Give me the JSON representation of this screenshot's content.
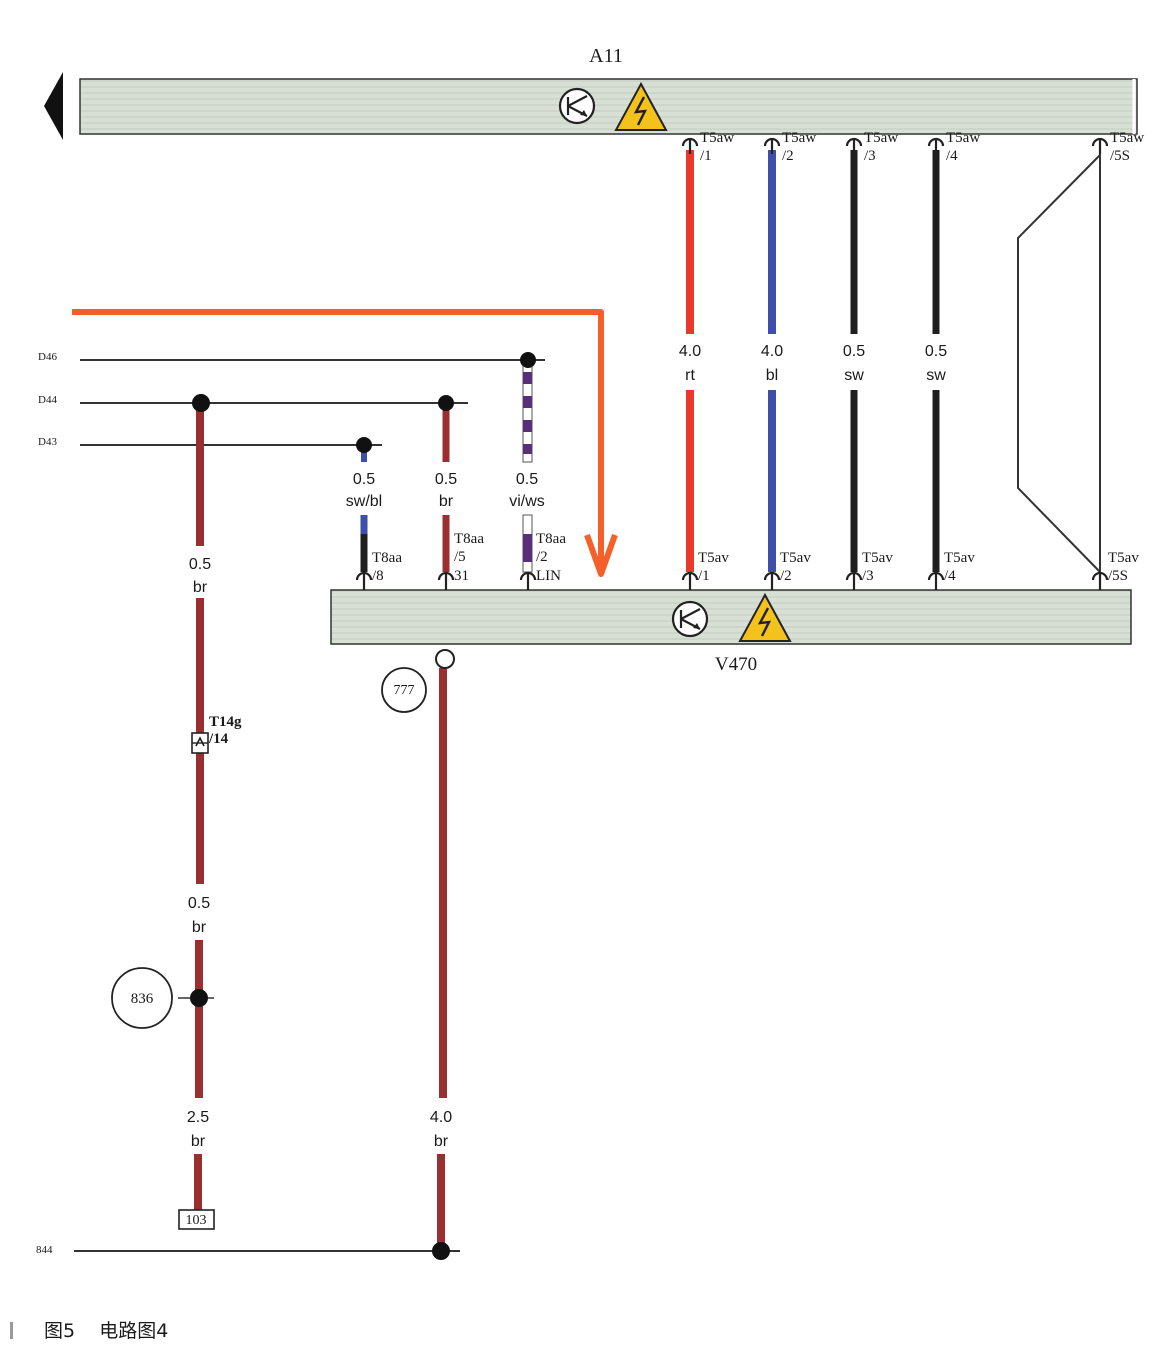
{
  "caption": {
    "figure": "图5",
    "title": "电路图4"
  },
  "components": {
    "top": {
      "label": "A11",
      "symbols": [
        "compressor-symbol-icon",
        "high-voltage-warning-icon"
      ]
    },
    "bottom": {
      "label": "V470",
      "symbols": [
        "compressor-symbol-icon",
        "high-voltage-warning-icon"
      ]
    }
  },
  "reference_lines": {
    "d46": "D46",
    "d44": "D44",
    "d43": "D43",
    "r844": "844"
  },
  "upper_wires": [
    {
      "size": "4.0",
      "color_code": "rt",
      "top_conn": "T5aw",
      "top_pin": "/1",
      "bot_conn": "T5av",
      "bot_pin": "/1",
      "color": "#e8392c"
    },
    {
      "size": "4.0",
      "color_code": "bl",
      "top_conn": "T5aw",
      "top_pin": "/2",
      "bot_conn": "T5av",
      "bot_pin": "/2",
      "color": "#3d4fa8"
    },
    {
      "size": "0.5",
      "color_code": "sw",
      "top_conn": "T5aw",
      "top_pin": "/3",
      "bot_conn": "T5av",
      "bot_pin": "/3",
      "color": "#1f1f1f"
    },
    {
      "size": "0.5",
      "color_code": "sw",
      "top_conn": "T5aw",
      "top_pin": "/4",
      "bot_conn": "T5av",
      "bot_pin": "/4",
      "color": "#1f1f1f"
    }
  ],
  "shield_wire": {
    "top_conn": "T5aw",
    "top_pin": "/5S",
    "bot_conn": "T5av",
    "bot_pin": "/5S"
  },
  "lower_wires": [
    {
      "size": "0.5",
      "color_code": "sw/bl",
      "conn": "T8aa",
      "pin": "/8",
      "colors": [
        "#1f1f1f",
        "#3d4fa8"
      ]
    },
    {
      "size": "0.5",
      "color_code": "br",
      "conn": "T8aa",
      "pin": "/5",
      "suffix": "31",
      "colors": [
        "#9b2f2f"
      ]
    },
    {
      "size": "0.5",
      "color_code": "vi/ws",
      "conn": "T8aa",
      "pin": "/2",
      "suffix": "LIN",
      "colors": [
        "#5a2f7a",
        "#ffffff"
      ]
    }
  ],
  "left_wire": {
    "seg1": {
      "size": "0.5",
      "color_code": "br"
    },
    "connector": {
      "name": "T14g",
      "pin": "/14"
    },
    "seg2": {
      "size": "0.5",
      "color_code": "br"
    },
    "splice": "836",
    "seg3": {
      "size": "2.5",
      "color_code": "br"
    },
    "ground": "103"
  },
  "ground_wire": {
    "point": "777",
    "size": "4.0",
    "color_code": "br"
  },
  "colors": {
    "brown": "#9b2f2f",
    "red": "#e8392c",
    "blue": "#3d4fa8",
    "black": "#1f1f1f",
    "violet": "#5a2f7a",
    "highlight_arrow": "#f5602a",
    "component_fill": "#d8dfd4"
  }
}
